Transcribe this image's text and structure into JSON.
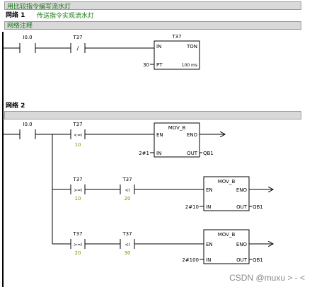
{
  "pou_comment": "用比较指令编写流水灯",
  "network1": {
    "label": "网络 1",
    "title": "传送指令实现流水灯",
    "comment": "网络注释",
    "contact_no": "I0.0",
    "contact_nc": "T37",
    "nc_symbol": "/",
    "timer": {
      "name": "T37",
      "type": "TON",
      "in": "IN",
      "pt_label": "PT",
      "pt_value": "30",
      "base": "100 ms"
    }
  },
  "network2": {
    "label": "网络 2",
    "contact": "I0.0",
    "rungs": [
      {
        "compares": [
          {
            "operand": "T37",
            "op": "<=I",
            "value": "10"
          }
        ],
        "block": {
          "name": "MOV_B",
          "en": "EN",
          "eno": "ENO",
          "in": "IN",
          "out": "OUT",
          "in_value": "2#1",
          "out_value": "QB1"
        }
      },
      {
        "compares": [
          {
            "operand": "T37",
            "op": ">=I",
            "value": "10"
          },
          {
            "operand": "T37",
            "op": "<I",
            "value": "20"
          }
        ],
        "block": {
          "name": "MOV_B",
          "en": "EN",
          "eno": "ENO",
          "in": "IN",
          "out": "OUT",
          "in_value": "2#10",
          "out_value": "QB1"
        }
      },
      {
        "compares": [
          {
            "operand": "T37",
            "op": ">=I",
            "value": "20"
          },
          {
            "operand": "T37",
            "op": "<I",
            "value": "30"
          }
        ],
        "block": {
          "name": "MOV_B",
          "en": "EN",
          "eno": "ENO",
          "in": "IN",
          "out": "OUT",
          "in_value": "2#100",
          "out_value": "QB1"
        }
      }
    ]
  },
  "watermark": "CSDN @muxu > - <"
}
